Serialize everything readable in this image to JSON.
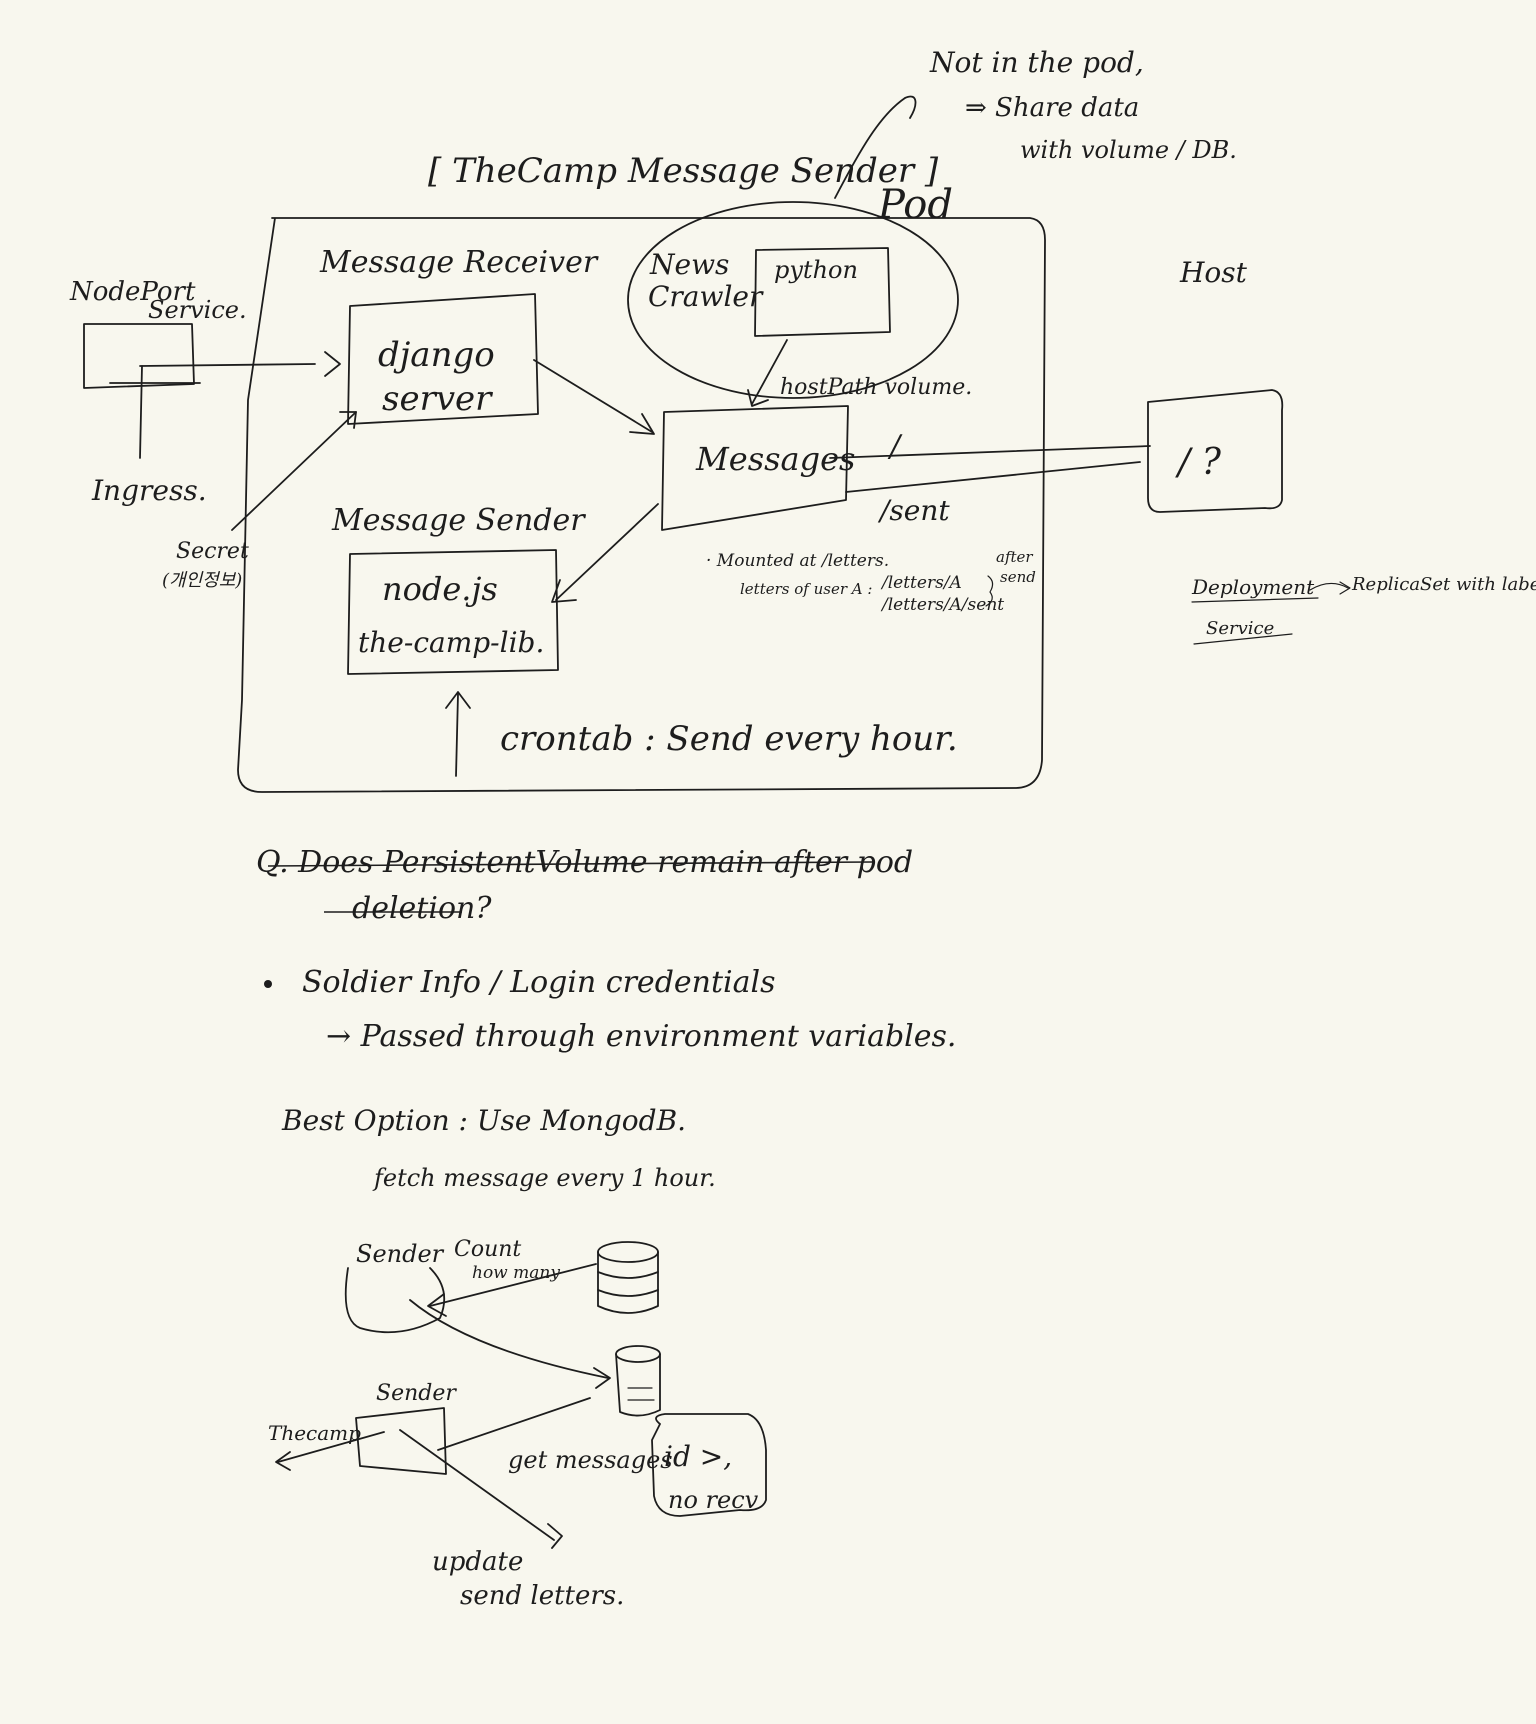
{
  "colors": {
    "paper": "#f8f7ee",
    "ink": "#1d1d1d"
  },
  "notes": {
    "top_note_line1": "Not in the pod,",
    "top_note_line2": "⇒ Share data",
    "top_note_line3": "with volume / DB."
  },
  "diagram": {
    "title": "[ TheCamp Message Sender ]",
    "pod_label": "Pod",
    "host_label": "Host",
    "nodeport_label_line1": "NodePort",
    "nodeport_label_line2": "Service.",
    "ingress_label": "Ingress.",
    "secret_label_line1": "Secret",
    "secret_label_line2": "(개인정보)",
    "receiver_label": "Message Receiver",
    "django_line1": "django",
    "django_line2": "server",
    "news_crawler_line1": "News",
    "news_crawler_line2": "Crawler",
    "python_label": "python",
    "hostpath_label": "hostPath volume.",
    "messages_label": "Messages",
    "host_box_label": "/ ?",
    "slash_label": "/",
    "sent_label": "/sent",
    "sender_label": "Message Sender",
    "node_line1": "node.js",
    "node_line2": "the-camp-lib.",
    "mount_note": "· Mounted at /letters.",
    "letters_note": "letters of user A :",
    "letters_path1": "/letters/A",
    "letters_path2": "/letters/A/sent",
    "after_send_line1": "after",
    "after_send_line2": "send",
    "crontab_label": "crontab : Send every hour.",
    "deployment_label": "Deployment",
    "replicaset_label": "ReplicaSet with label",
    "service_label": "Service"
  },
  "text_notes": {
    "question_line1": "Q. Does PersistentVolume remain after pod",
    "question_line2": "deletion?",
    "bullet_line1": "Soldier Info / Login credentials",
    "bullet_line2": "→ Passed through environment variables.",
    "best_option": "Best Option : Use MongodB.",
    "fetch_note": "fetch message every 1 hour."
  },
  "flow": {
    "sender1_label": "Sender",
    "count_line1": "Count",
    "count_line2": "how many",
    "sender2_label": "Sender",
    "thecamp_label": "Thecamp",
    "get_messages_label": "get messages",
    "id_condition": "id >,",
    "recv_condition": "no recv",
    "update_line1": "update",
    "update_line2": "send letters."
  }
}
